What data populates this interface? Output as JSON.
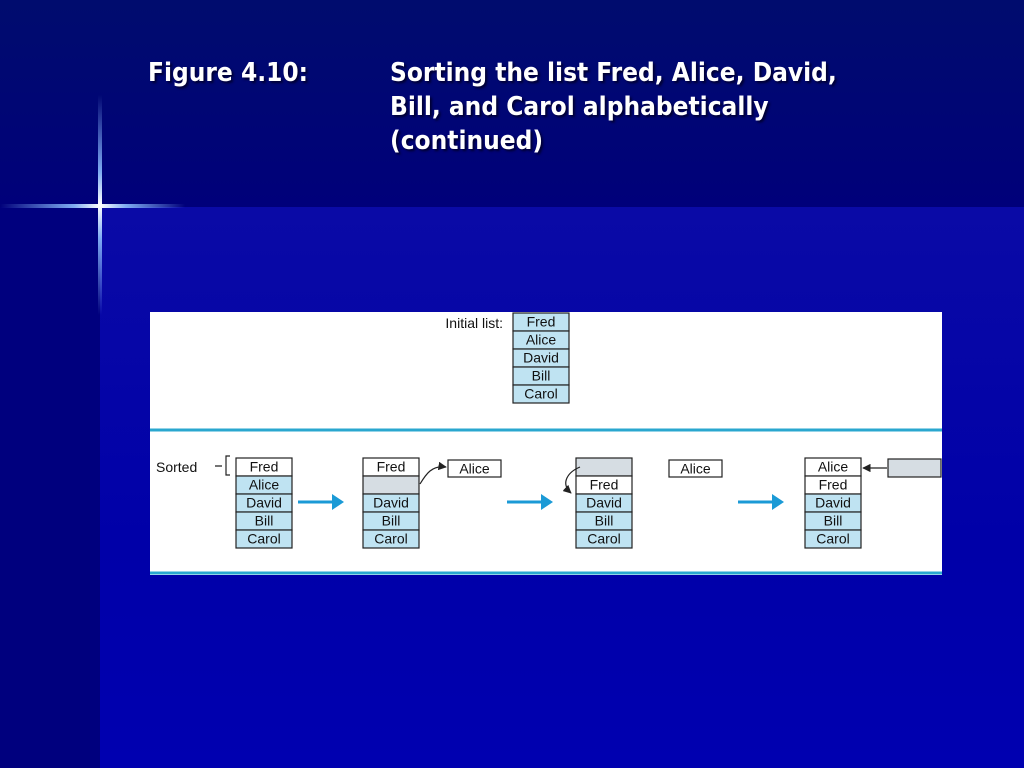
{
  "slide": {
    "figure_label": "Figure 4.10:",
    "title_lines": [
      "Sorting the list Fred, Alice, David,",
      "Bill, and Carol alphabetically",
      "(continued)"
    ]
  },
  "diagram": {
    "initial_label": "Initial list:",
    "initial_list": [
      "Fred",
      "Alice",
      "David",
      "Bill",
      "Carol"
    ],
    "sorted_label": "Sorted",
    "steps": [
      {
        "cells": [
          "Fred",
          "Alice",
          "David",
          "Bill",
          "Carol"
        ],
        "side": ""
      },
      {
        "cells": [
          "Fred",
          "",
          "David",
          "Bill",
          "Carol"
        ],
        "side": "Alice"
      },
      {
        "cells": [
          "",
          "Fred",
          "David",
          "Bill",
          "Carol"
        ],
        "side": "Alice"
      },
      {
        "cells": [
          "Alice",
          "Fred",
          "David",
          "Bill",
          "Carol"
        ],
        "side": ""
      }
    ],
    "colors": {
      "cell_fill": "#bfe3f2",
      "highlight_fill": "#ffffff",
      "empty_fill": "#d6dde3",
      "rule": "#2aa7cf",
      "step_arrow": "#1b9ad6"
    }
  }
}
